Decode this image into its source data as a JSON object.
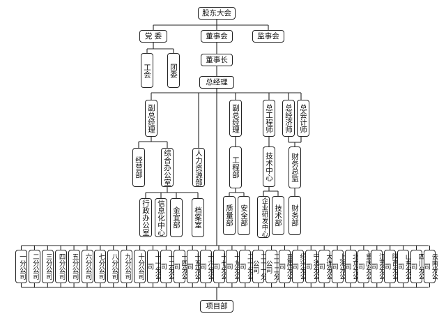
{
  "top": {
    "shareholders": "股东大会",
    "party": "党 委",
    "board": "董事会",
    "supervisors": "监事会",
    "union": "工会",
    "youth": "团委",
    "chairman": "董事长",
    "gm": "总经理"
  },
  "left": {
    "deputy_gm": "副总经理",
    "operations": "经营部",
    "general_office": "综合办公室",
    "hr": "人力资源部",
    "admin_office": "行政办公室",
    "info_center": "信息化中心",
    "jinyi": "金宜部",
    "archives": "档案室"
  },
  "right": {
    "deputy_gm2": "副总经理",
    "engineering": "工程部",
    "quality": "质量部",
    "safety": "安全部",
    "chief_engineer": "总工程师",
    "tech_center": "技术中心",
    "rd_center": "企业研发中心",
    "tech_dept": "技术部",
    "chief_economist": "总经济师",
    "chief_accountant": "总会计师",
    "cfo": "财务总监",
    "finance": "财务部"
  },
  "branches": [
    "一分公司",
    "二分公司",
    "三分公司",
    "四分公司",
    "五分公司",
    "六分公司",
    "七分公司",
    "八分公司",
    "九分公司",
    "十分公司",
    "十一分公司",
    "十二分公司",
    "十四分公司",
    "十五分公司",
    "十六分公司",
    "十七分公司",
    "十九分公司",
    "二十分公司",
    "二十一分公司",
    "二十二分公司",
    "直属分公司",
    "绍兴分公司",
    "宁波分公司",
    "大连分公司",
    "上海分公司",
    "北京分公司",
    "重庆分公司",
    "江苏分公司",
    "陕西分公司",
    "山东分公司",
    "四川分公司",
    "云南分公司"
  ],
  "project": "项目部"
}
